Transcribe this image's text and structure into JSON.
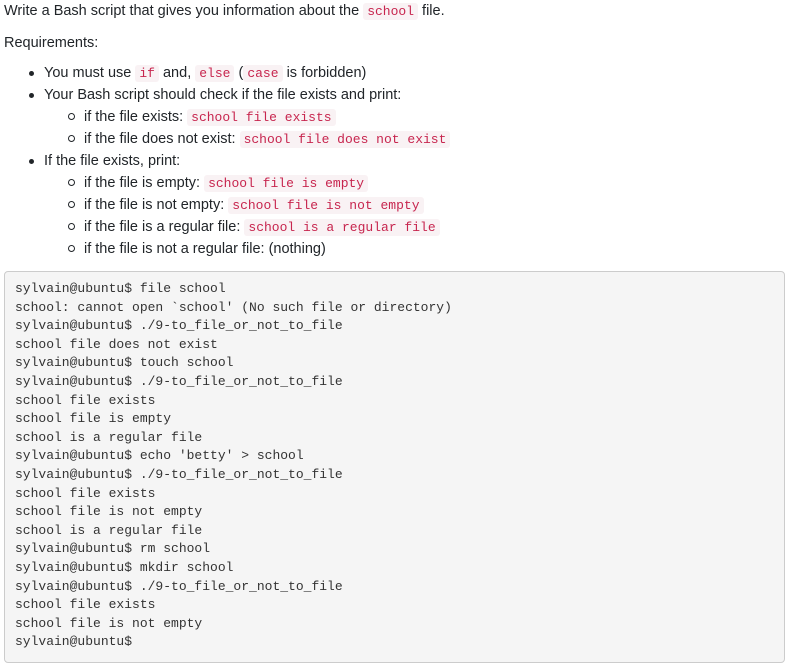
{
  "intro": {
    "before": "Write a Bash script that gives you information about the ",
    "code": "school",
    "after": " file."
  },
  "requirements_label": "Requirements:",
  "requirements": {
    "item1": {
      "t1": "You must use ",
      "c1": "if",
      "t2": " and, ",
      "c2": "else",
      "t3": " (",
      "c3": "case",
      "t4": " is forbidden)"
    },
    "item2": {
      "text": "Your Bash script should check if the file exists and print:",
      "sub": [
        {
          "text": "if the file exists: ",
          "code": "school file exists"
        },
        {
          "text": "if the file does not exist: ",
          "code": "school file does not exist"
        }
      ]
    },
    "item3": {
      "text": "If the file exists, print:",
      "sub": [
        {
          "text": "if the file is empty: ",
          "code": "school file is empty"
        },
        {
          "text": "if the file is not empty: ",
          "code": "school file is not empty"
        },
        {
          "text": "if the file is a regular file: ",
          "code": "school is a regular file"
        },
        {
          "text": "if the file is not a regular file: (nothing)",
          "code": ""
        }
      ]
    }
  },
  "terminal": {
    "lines": [
      "sylvain@ubuntu$ file school",
      "school: cannot open `school' (No such file or directory)",
      "sylvain@ubuntu$ ./9-to_file_or_not_to_file",
      "school file does not exist",
      "sylvain@ubuntu$ touch school",
      "sylvain@ubuntu$ ./9-to_file_or_not_to_file",
      "school file exists",
      "school file is empty",
      "school is a regular file",
      "sylvain@ubuntu$ echo 'betty' > school",
      "sylvain@ubuntu$ ./9-to_file_or_not_to_file",
      "school file exists",
      "school file is not empty",
      "school is a regular file",
      "sylvain@ubuntu$ rm school",
      "sylvain@ubuntu$ mkdir school",
      "sylvain@ubuntu$ ./9-to_file_or_not_to_file",
      "school file exists",
      "school file is not empty",
      "sylvain@ubuntu$"
    ]
  }
}
